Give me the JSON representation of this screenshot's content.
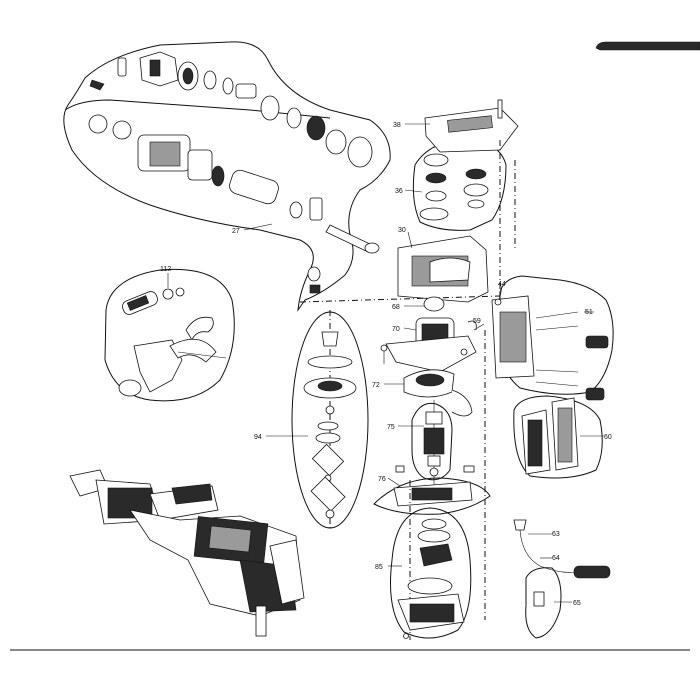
{
  "callouts": {
    "c27": "27",
    "c30": "30",
    "c36": "36",
    "c38": "38",
    "c44": "44",
    "c51": "51",
    "c59": "59",
    "c60": "60",
    "c63": "63",
    "c64": "64",
    "c65": "65",
    "c68": "68",
    "c70": "70",
    "c72": "72",
    "c75": "75",
    "c76": "76",
    "c85": "85",
    "c94": "94",
    "c112": "112"
  }
}
